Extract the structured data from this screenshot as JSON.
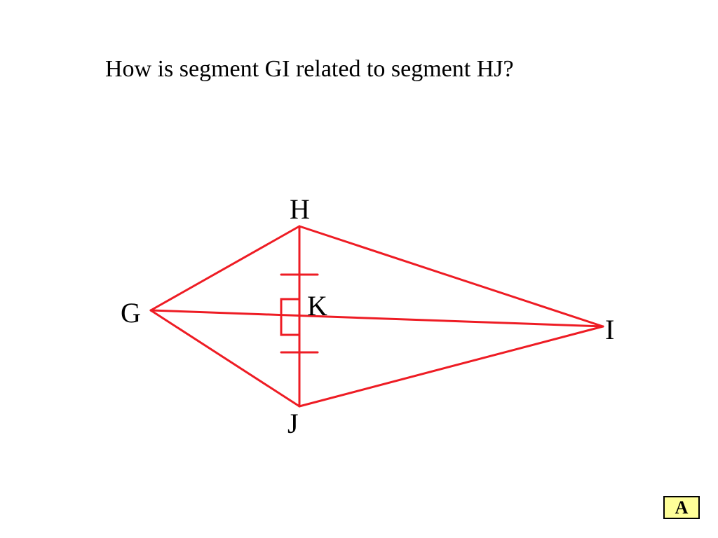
{
  "question": "How is segment GI related to segment HJ?",
  "diagram": {
    "line_color": "#ee1c24",
    "points": {
      "G": "G",
      "H": "H",
      "I": "I",
      "J": "J",
      "K": "K"
    },
    "segments": [
      "GH",
      "HI",
      "IJ",
      "JG",
      "GI",
      "HJ"
    ],
    "marks": [
      "right-angle-at-K",
      "congruent-tick-HK",
      "congruent-tick-KJ"
    ]
  },
  "answer_button": {
    "label": "A",
    "color": "#ffff99"
  }
}
